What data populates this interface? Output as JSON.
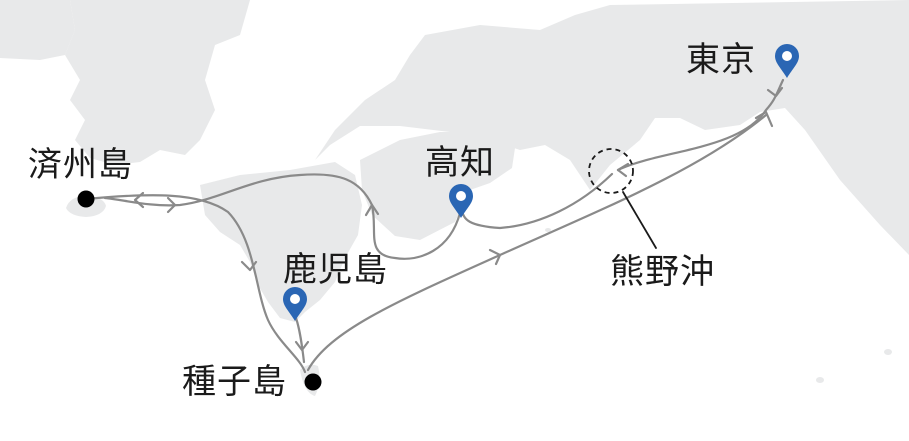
{
  "places": {
    "tokyo": "東京",
    "kochi": "高知",
    "jeju": "済州島",
    "kagoshima": "鹿児島",
    "tanegashima": "種子島",
    "kumanonada": "熊野沖"
  },
  "markers": {
    "pin": "location-pin-icon",
    "dot": "port-dot-icon",
    "area": "dashed-circle-area-icon"
  },
  "colors": {
    "land": "#e8e9ea",
    "route": "#8a8a8a",
    "pin": "#2a66b4",
    "dot": "#000000",
    "text": "#1a1a1a"
  }
}
